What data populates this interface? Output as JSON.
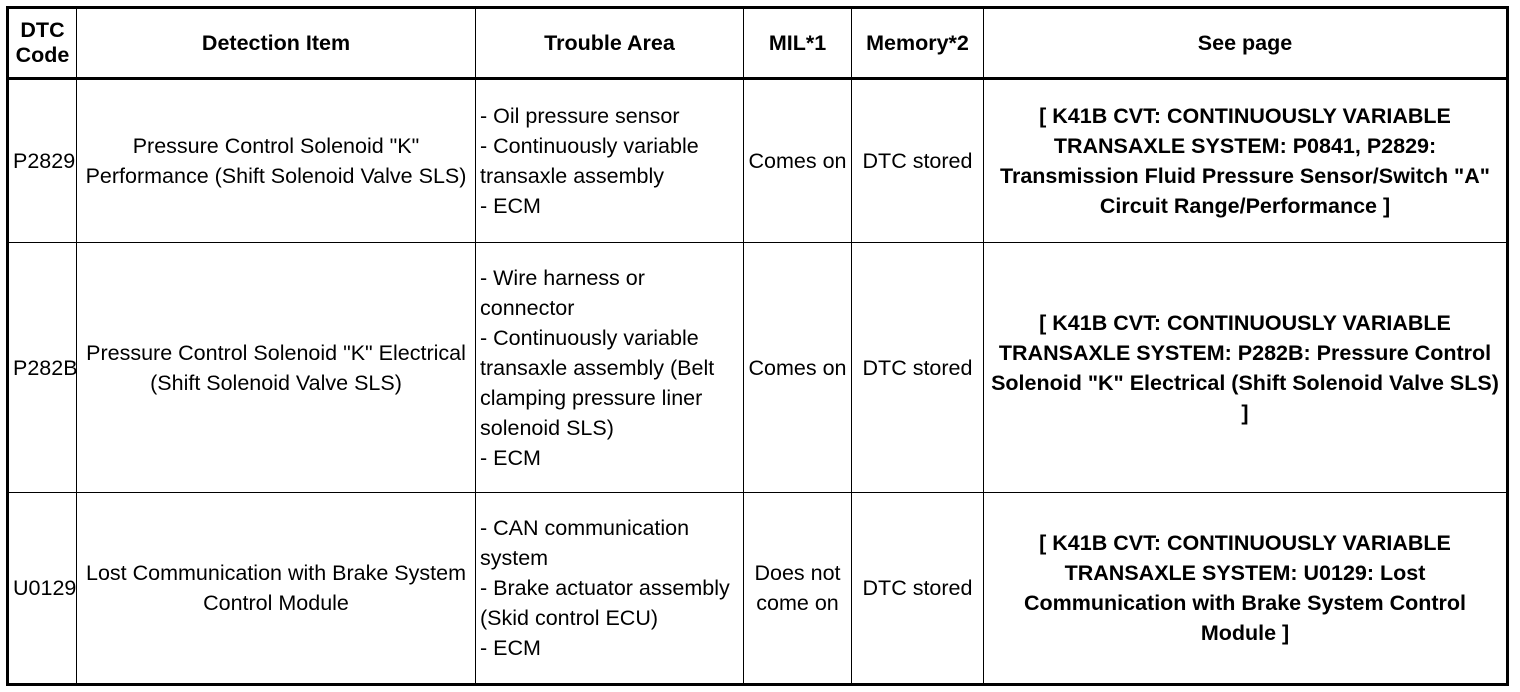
{
  "table": {
    "headers": {
      "dtc_code": "DTC Code",
      "detection_item": "Detection Item",
      "trouble_area": "Trouble Area",
      "mil": "MIL*1",
      "memory": "Memory*2",
      "see_page": "See page"
    },
    "rows": [
      {
        "dtc_code": "P2829",
        "detection_item": "Pressure Control Solenoid \"K\" Performance (Shift Solenoid Valve SLS)",
        "trouble_area": [
          "- Oil pressure sensor",
          "- Continuously variable transaxle assembly",
          "- ECM"
        ],
        "mil": "Comes on",
        "memory": "DTC stored",
        "see_page": "[ K41B CVT: CONTINUOUSLY VARIABLE TRANSAXLE SYSTEM: P0841, P2829: Transmission Fluid Pressure Sensor/Switch \"A\" Circuit Range/Performance ]"
      },
      {
        "dtc_code": "P282B",
        "detection_item": "Pressure Control Solenoid \"K\" Electrical (Shift Solenoid Valve SLS)",
        "trouble_area": [
          "- Wire harness or connector",
          "- Continuously variable transaxle assembly (Belt clamping pressure liner solenoid SLS)",
          "- ECM"
        ],
        "mil": "Comes on",
        "memory": "DTC stored",
        "see_page": "[ K41B CVT: CONTINUOUSLY VARIABLE TRANSAXLE SYSTEM: P282B: Pressure Control Solenoid \"K\" Electrical (Shift Solenoid Valve SLS) ]"
      },
      {
        "dtc_code": "U0129",
        "detection_item": "Lost Communication with Brake System Control Module",
        "trouble_area": [
          "- CAN communication system",
          "- Brake actuator assembly (Skid control ECU)",
          "- ECM"
        ],
        "mil": "Does not come on",
        "memory": "DTC stored",
        "see_page": "[ K41B CVT: CONTINUOUSLY VARIABLE TRANSAXLE SYSTEM: U0129: Lost Communication with Brake System Control Module ]"
      }
    ]
  }
}
